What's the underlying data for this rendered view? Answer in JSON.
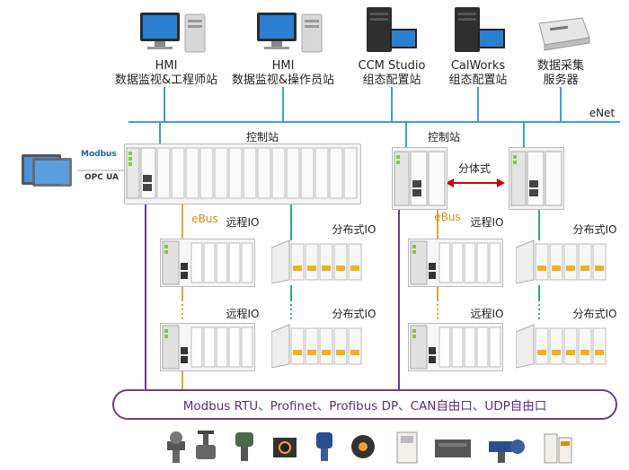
{
  "stations": [
    {
      "line1": "HMI",
      "line2": "数据监视&工程师站"
    },
    {
      "line1": "HMI",
      "line2": "数据监视&操作员站"
    },
    {
      "line1": "CCM Studio",
      "line2": "组态配置站"
    },
    {
      "line1": "CalWorks",
      "line2": "组态配置站"
    },
    {
      "line1": "数据采集",
      "line2": "服务器"
    }
  ],
  "enet_label": "eNet",
  "left": {
    "control_station_label": "控制站",
    "ebus_label": "eBus",
    "remote_io_label": "远程IO",
    "dist_io_label": "分布式IO",
    "modbus_logo": "Modbus",
    "opcua_logo": "OPC UA"
  },
  "right": {
    "control_station_label": "控制站",
    "split_label": "分体式",
    "ebus_label": "eBus",
    "remote_io_label": "远程IO",
    "dist_io_label": "分布式IO"
  },
  "bottom_bus_label": "Modbus RTU、Profinet、Profibus DP、CAN自由口、UDP自由口",
  "devices": [
    "pressure-gauge-icon",
    "valve-icon",
    "transmitter-icon",
    "motor-icon",
    "pressure-transmitter-icon",
    "encoder-icon",
    "inverter-icon",
    "plc-icon",
    "actuator-icon",
    "vfd-icon"
  ],
  "colors": {
    "enet": "#3a9fd8",
    "ebus": "#f0a030",
    "dist": "#2fae6e",
    "field": "#6a3d8f"
  }
}
